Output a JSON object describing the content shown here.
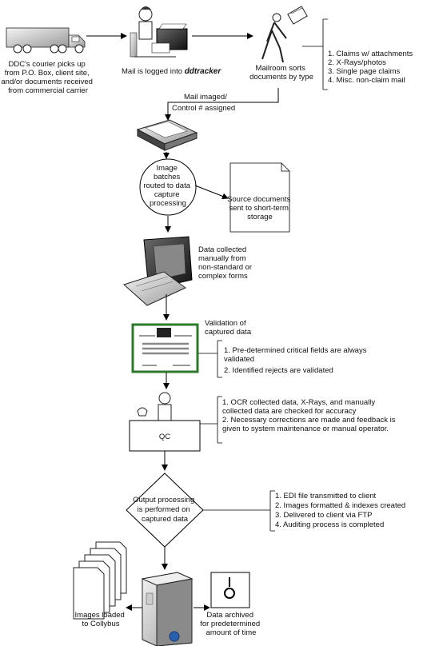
{
  "steps": {
    "courier": [
      "DDC's courier picks up",
      "from P.O. Box, client site,",
      "and/or documents received",
      "from commercial carrier"
    ],
    "logged_prefix": "Mail is logged into ",
    "logged_app": "ddtracker",
    "mailroom": [
      "Mailroom sorts",
      "documents by type"
    ],
    "imaged": [
      "Mail imaged/",
      "Control # assigned"
    ],
    "batches": [
      "Image",
      "batches",
      "routed to data",
      "capture",
      "processing"
    ],
    "source_docs": [
      "Source documents",
      "sent to short-term",
      "storage"
    ],
    "data_collected": [
      "Data collected",
      "manually from",
      "non-standard or",
      "complex forms"
    ],
    "validation": [
      "Validation of",
      "captured data"
    ],
    "qc": "QC",
    "output": [
      "Output processing",
      "is performed on",
      "captured data"
    ],
    "images_loaded": [
      "Images loaded",
      "to Collybus"
    ],
    "archived": [
      "Data archived",
      "for predetermined",
      "amount of time"
    ]
  },
  "notes": {
    "sort_types": [
      "1.  Claims w/ attachments",
      "2.  X-Rays/photos",
      "3.  Single page claims",
      "4.  Misc. non-claim mail"
    ],
    "validation": [
      "1.  Pre-determined critical fields are always",
      "validated",
      "2.  Identified rejects are validated"
    ],
    "qc": [
      "1.  OCR collected data, X-Rays, and manually",
      "collected data are checked for accuracy",
      "2.  Necessary corrections are made and feedback is",
      "given to system maintenance or manual operator."
    ],
    "output": [
      "1.  EDI file transmitted to client",
      "2.  Images formatted & indexes created",
      "3.  Delivered to client via FTP",
      "4.  Auditing process is completed"
    ]
  }
}
